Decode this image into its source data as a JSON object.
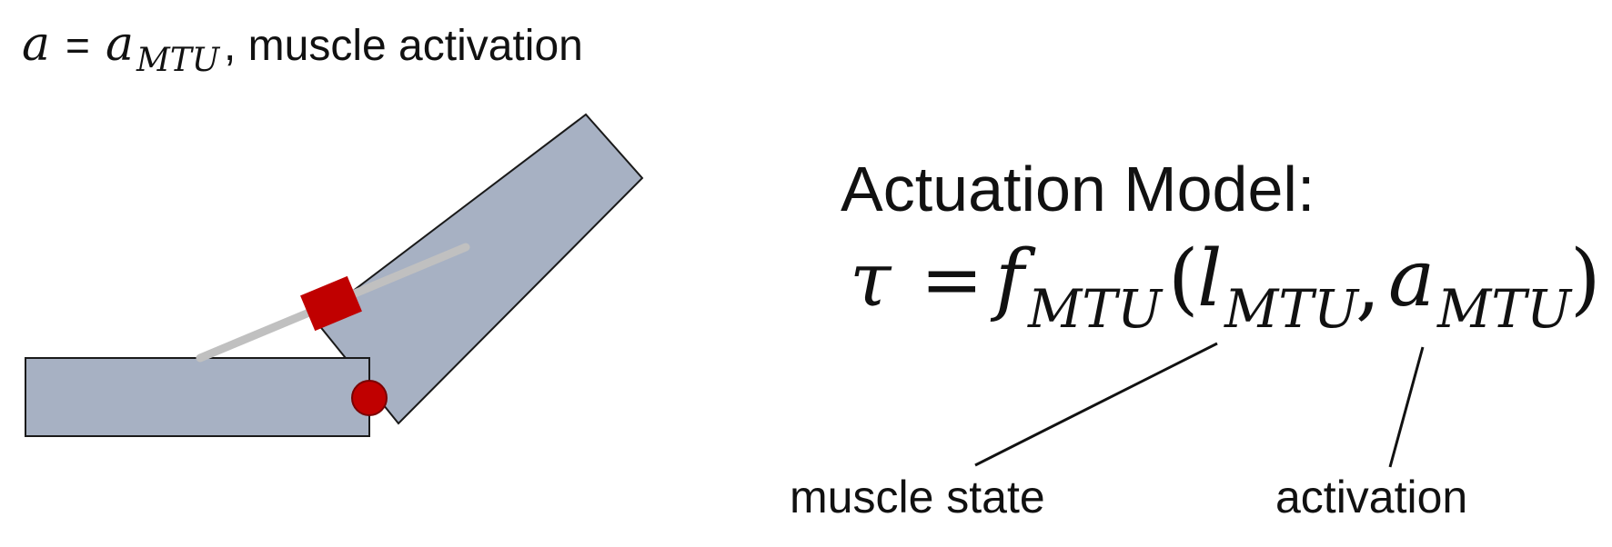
{
  "header": {
    "a_symbol": "a",
    "equals": "=",
    "amtu_base": "a",
    "amtu_sub": "MTU",
    "suffix": ", muscle activation"
  },
  "model": {
    "title": "Actuation Model:",
    "tau": "τ",
    "equals": "=",
    "f_base": "f",
    "f_sub": "MTU",
    "open_paren": "(",
    "l_base": "l",
    "l_sub": "MTU",
    "comma": ",",
    "a_base": "a",
    "a_sub": "MTU",
    "close_paren": ")"
  },
  "labels": {
    "muscle_state": "muscle state",
    "activation": "activation"
  },
  "colors": {
    "segment_fill": "#a7b1c3",
    "segment_stroke": "#1a1a1a",
    "tendon": "#c0c0c0",
    "muscle": "#c00000",
    "joint": "#c00000",
    "joint_stroke": "#7a0000",
    "text": "#111111"
  }
}
